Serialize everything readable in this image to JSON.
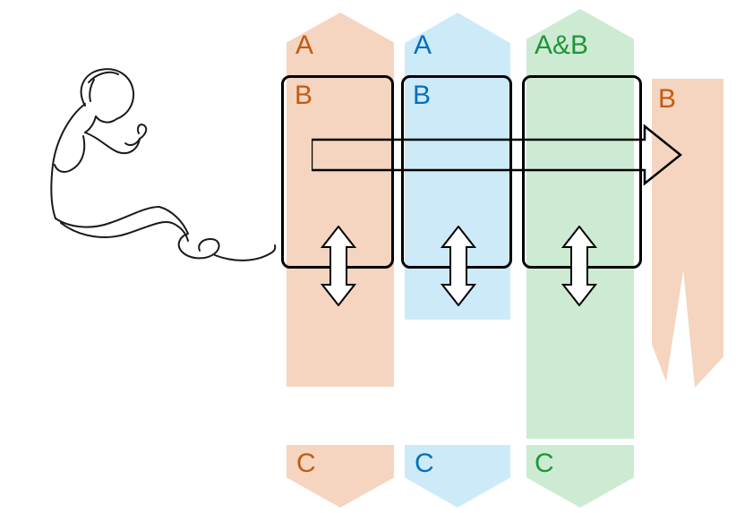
{
  "columns": [
    {
      "top_label": "A",
      "box_label": "B",
      "bottom_label": "C",
      "text_color": "#C55A11",
      "band_color": "#F5D5C0"
    },
    {
      "top_label": "A",
      "box_label": "B",
      "bottom_label": "C",
      "text_color": "#0070C0",
      "band_color": "#CDEAF8"
    },
    {
      "top_label": "A&B",
      "box_label": "",
      "bottom_label": "C",
      "text_color": "#1E9638",
      "band_color": "#CDEBD2"
    }
  ],
  "right_band": {
    "label": "B",
    "text_color": "#C55A11",
    "band_color": "#F5D5C0"
  },
  "icons": {
    "person": "seated-person-line-art",
    "flow_arrow": "right-arrow-outline-icon",
    "exchange_arrow": "double-vertical-arrow-outline-icon",
    "band_top": "upward-chevron-band",
    "band_bottom": "downward-chevron-band"
  },
  "colors": {
    "outline": "#000000",
    "background": "#FFFFFF",
    "orange_text": "#C55A11",
    "blue_text": "#0070C0",
    "green_text": "#1E9638"
  }
}
